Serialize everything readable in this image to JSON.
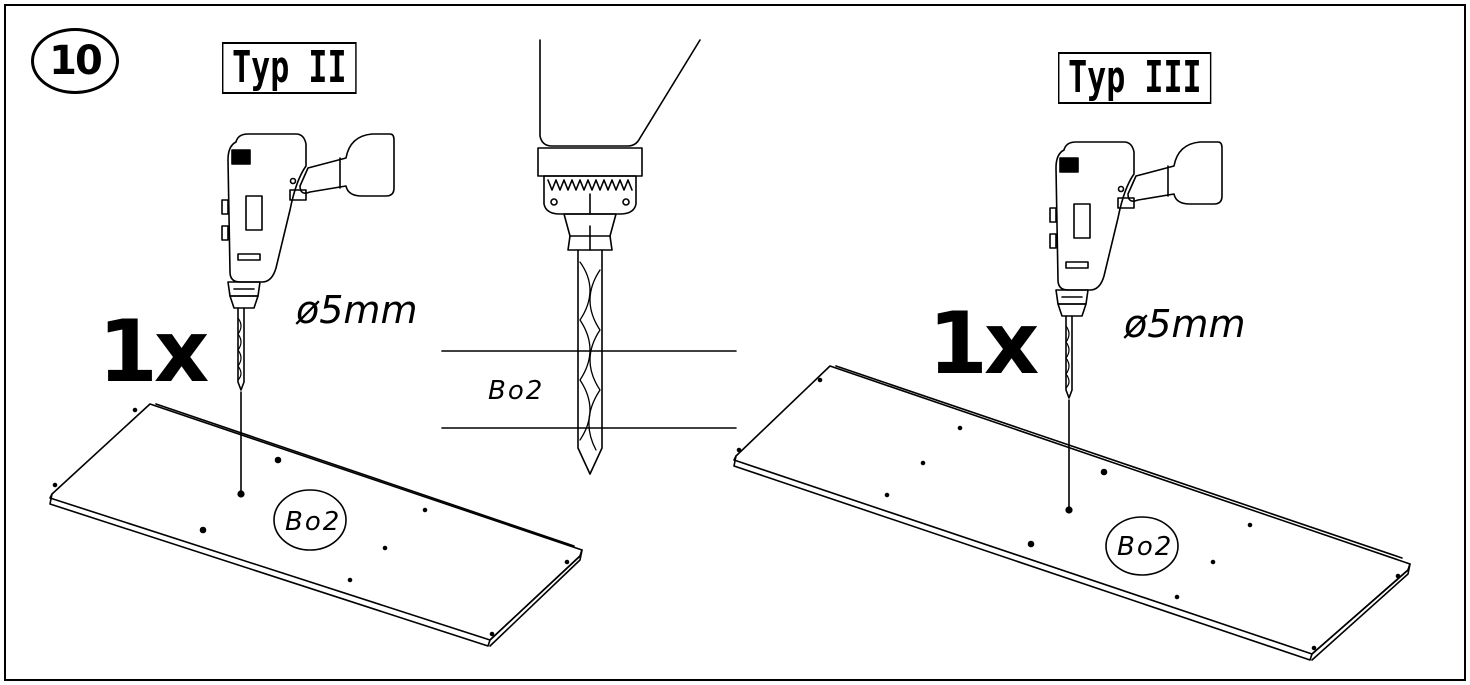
{
  "step_number": "10",
  "panels": [
    {
      "type_label": "Typ II",
      "quantity": "1x",
      "diameter": "ø5mm",
      "part_code": "Bo2"
    },
    {
      "type_label": "Typ III",
      "quantity": "1x",
      "diameter": "ø5mm",
      "part_code": "Bo2"
    }
  ],
  "detail": {
    "part_code": "Bo2"
  },
  "colors": {
    "line": "#000000",
    "background": "#ffffff"
  }
}
